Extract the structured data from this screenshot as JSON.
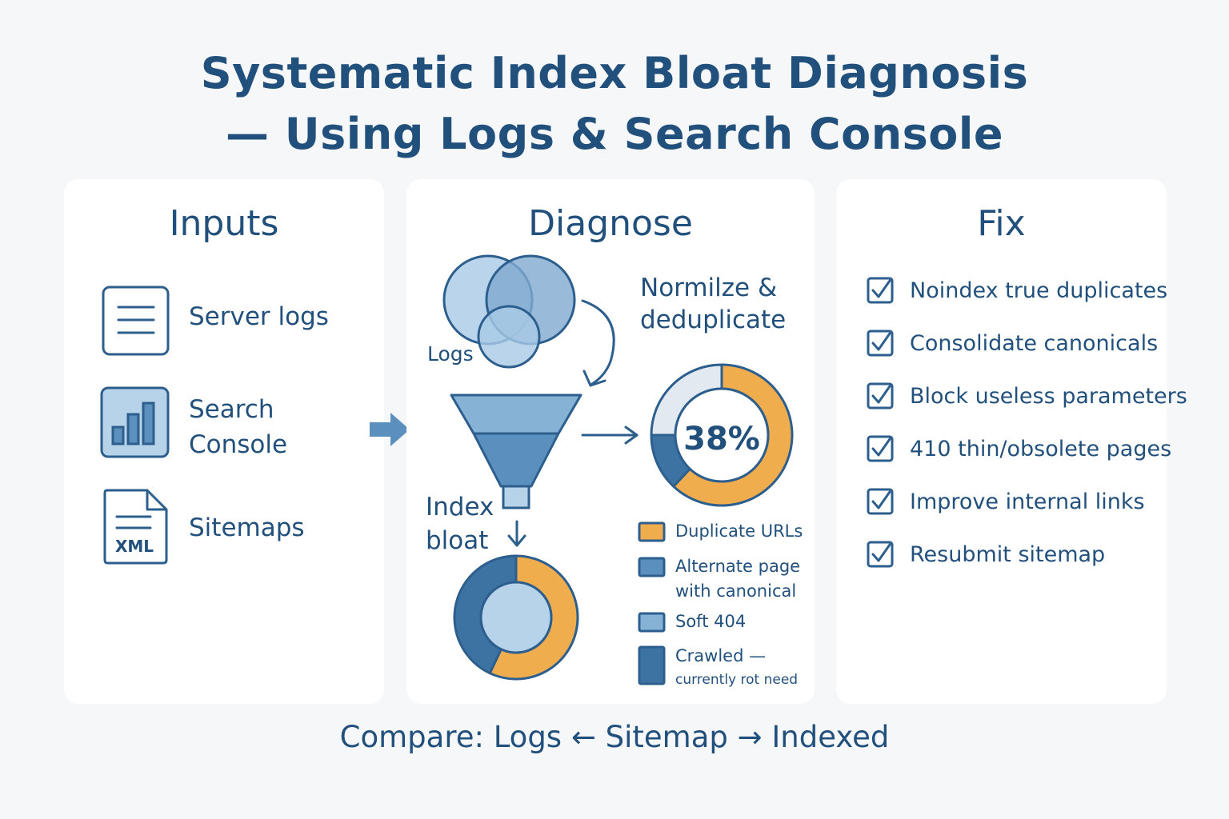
{
  "title": {
    "line1": "Systematic Index Bloat Diagnosis",
    "line2": "— Using Logs & Search Console"
  },
  "inputs": {
    "heading": "Inputs",
    "items": [
      {
        "label": "Server logs",
        "icon": "document-icon"
      },
      {
        "label": "Search\nConsole",
        "icon": "bar-chart-icon"
      },
      {
        "label": "Sitemaps",
        "icon": "xml-file-icon",
        "icon_text": "XML"
      }
    ]
  },
  "diagnose": {
    "heading": "Diagnose",
    "logs_label": "Logs",
    "normalize_line1": "Normilze &",
    "normalize_line2": "deduplicate",
    "index_line1": "Index",
    "index_line2": "bloat",
    "percent_label": "38%",
    "legend": [
      {
        "line1": "Duplicate URLs",
        "line2": "",
        "color": "#f0ad4e"
      },
      {
        "line1": "Alternate page",
        "line2": "with canonical",
        "color": "#5b8fbd"
      },
      {
        "line1": "Soft 404",
        "line2": "",
        "color": "#86b2d6"
      },
      {
        "line1": "Crawled —",
        "line2": "currently rot need",
        "color": "#3d73a3"
      }
    ]
  },
  "chart_data": [
    {
      "type": "pie",
      "title": "",
      "segments": [
        {
          "label": "",
          "value": 62,
          "color": "#f0ad4e"
        },
        {
          "label": "",
          "value": 13,
          "color": "#3d73a3"
        },
        {
          "label": "",
          "value": 25,
          "color": "#e2e9f0"
        }
      ],
      "center_label": "38%"
    },
    {
      "type": "pie",
      "title": "",
      "segments": [
        {
          "label": "",
          "value": 57,
          "color": "#f0ad4e"
        },
        {
          "label": "",
          "value": 43,
          "color": "#3d73a3"
        }
      ]
    }
  ],
  "fix": {
    "heading": "Fix",
    "items": [
      "Noindex true duplicates",
      "Consolidate canonicals",
      "Block useless parameters",
      "410 thin/obsolete pages",
      "Improve internal links",
      "Resubmit sitemap"
    ]
  },
  "footer": {
    "compare": "Compare: Logs ← Sitemap → Indexed"
  },
  "colors": {
    "primary": "#22507d",
    "accent_orange": "#f0ad4e",
    "blue_mid": "#5b8fbd",
    "blue_light": "#b7d3ea"
  }
}
